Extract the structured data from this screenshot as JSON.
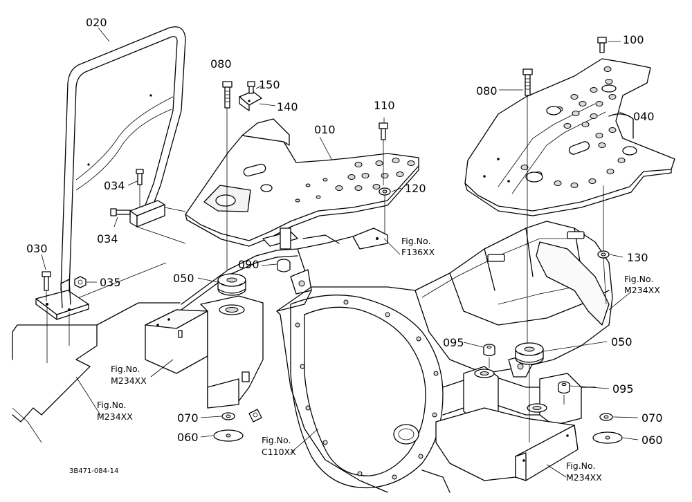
{
  "part_labels": {
    "p020": "020",
    "p080a": "080",
    "p150": "150",
    "p140": "140",
    "p010": "010",
    "p110": "110",
    "p034a": "034",
    "p034b": "034",
    "p120": "120",
    "p030": "030",
    "p035": "035",
    "p050a": "050",
    "p090": "090",
    "p100": "100",
    "p080b": "080",
    "p040": "040",
    "p130": "130",
    "p095a": "095",
    "p050b": "050",
    "p095b": "095",
    "p070a": "070",
    "p060a": "060",
    "p070b": "070",
    "p060b": "060"
  },
  "fig_refs": {
    "caption": "Fig.No.",
    "f136": "F136XX",
    "m234_right": "M234XX",
    "m234_mid": "M234XX",
    "m234_left": "M234XX",
    "c110": "C110XX",
    "m234_bottom": "M234XX"
  },
  "diagram_code": "3B471-084-14"
}
